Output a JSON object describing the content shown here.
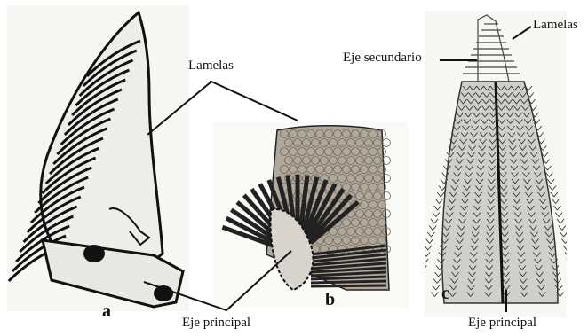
{
  "labels": {
    "lamelas_center": "Lamelas",
    "lamelas_right": "Lamelas",
    "eje_secundario": "Eje secundario",
    "eje_principal_left": "Eje principal",
    "eje_principal_right": "Eje principal"
  },
  "panels": {
    "a": "a",
    "b": "b",
    "c": "c"
  },
  "colors": {
    "ink": "#111111",
    "panel_bg": "#f6f6f2",
    "lamella_fill": "#b0a89a"
  }
}
